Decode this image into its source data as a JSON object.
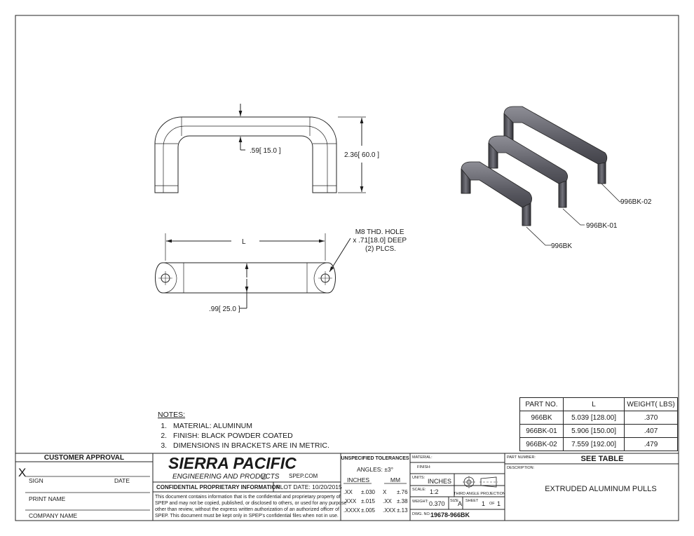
{
  "views": {
    "front": {
      "dim_thickness": ".59",
      "dim_thickness_mm": "15.0",
      "dim_height": "2.36",
      "dim_height_mm": "60.0"
    },
    "bottom": {
      "dim_length": "L",
      "dim_width": ".99",
      "dim_width_mm": "25.0",
      "hole_callout": [
        "M8 THD. HOLE",
        "x .71[18.0] DEEP",
        "(2) PLCS."
      ]
    },
    "iso": {
      "labels": [
        "996BK-02",
        "996BK-01",
        "996BK"
      ]
    }
  },
  "notes": {
    "title": "NOTES:",
    "items": [
      "MATERIAL: ALUMINUM",
      "FINISH: BLACK POWDER COATED",
      "DIMENSIONS IN BRACKETS ARE IN METRIC."
    ]
  },
  "part_table": {
    "headers": [
      "PART NO.",
      "L",
      "WEIGHT( LBS)"
    ],
    "rows": [
      [
        "966BK",
        "5.039 [128.00]",
        ".370"
      ],
      [
        "966BK-01",
        "5.906 [150.00]",
        ".407"
      ],
      [
        "966BK-02",
        "7.559 [192.00]",
        ".479"
      ]
    ]
  },
  "title_block": {
    "customer_approval": "CUSTOMER APPROVAL",
    "sign_mark": "X",
    "sign": "SIGN",
    "date": "DATE",
    "print_name": "PRINT NAME",
    "company_name": "COMPANY NAME",
    "company": "SIERRA PACIFIC",
    "company_sub": "ENGINEERING AND PRODUCTS",
    "registered": "R",
    "website": "SPEP.COM",
    "confidential_title": "CONFIDENTIAL PROPRIETARY INFORMATION",
    "plot_date": "PLOT DATE: 10/20/2015",
    "confidential_text": [
      "This document contains information that is the confidential and proprietary property of",
      "SPEP and may not be copied, published, or disclosed to others, or used for any purpose",
      "other than review, without the express written authorization of an authorized officer of",
      "SPEP. This document must be kept only in SPEP's confidential files when not in use."
    ],
    "tolerances": {
      "title": "UNSPECIFIED TOLERANCES",
      "angles": "ANGLES: ±3°",
      "inches_hdr": "INCHES",
      "mm_hdr": "MM",
      "rows": [
        [
          ".XX",
          "±.030",
          "X",
          "±.76"
        ],
        [
          ".XXX",
          "±.015",
          ".XX",
          "±.38"
        ],
        [
          ".XXXX",
          "±.005",
          ".XXX",
          "±.13"
        ]
      ]
    },
    "material_label": "MATERIAL:",
    "finish_label": "FINISH:",
    "units_label": "UNITS:",
    "units_value": "INCHES",
    "scale_label": "SCALE:",
    "scale_value": "1:2",
    "projection": "THIRD ANGLE PROJECTION",
    "weight_label": "WEIGHT:",
    "weight_value": "0.370",
    "size_label": "SIZE",
    "size_value": "A",
    "sheet_label": "SHEET",
    "sheet_value": "1",
    "of_label": "OF",
    "of_value": "1",
    "dwg_label": "DWG. NO.",
    "dwg_value": "19678-966BK",
    "part_number_label": "PART NUMBER:",
    "part_number_value": "SEE TABLE",
    "description_label": "DESCRIPTION:",
    "description_value": "EXTRUDED ALUMINUM PULLS"
  }
}
